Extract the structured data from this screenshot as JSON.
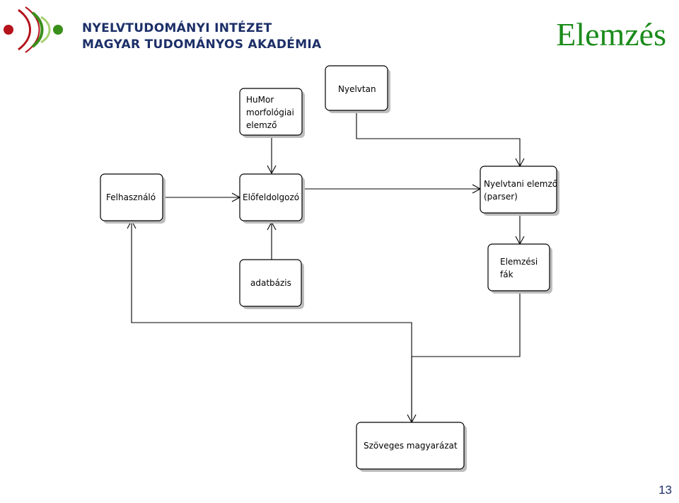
{
  "header": {
    "institute_line1": "NYELVTUDOMÁNYI INTÉZET",
    "institute_line2": "MAGYAR TUDOMÁNYOS AKADÉMIA",
    "logo_icon": "institute-logo-icon",
    "logo_colors": {
      "red": "#b5121b",
      "green": "#3a8f1a",
      "light_green": "#a7cf6e"
    },
    "text_color": "#1c2f68"
  },
  "title": "Elemzés",
  "title_color": "#1a8b1a",
  "page_number": "13",
  "diagram": {
    "nodes": {
      "humor": [
        "HuMor",
        "morfológiai",
        "elemző"
      ],
      "nyelvtan": [
        "Nyelvtan"
      ],
      "felhasznalo": [
        "Felhasználó"
      ],
      "elofeldolgozo": [
        "Előfeldolgozó"
      ],
      "parser": [
        "Nyelvtani elemző",
        "(parser)"
      ],
      "elemzesi_fak": [
        "Elemzési",
        "fák"
      ],
      "adatbazis": [
        "adatbázis"
      ],
      "szoveges": [
        "Szöveges magyarázat"
      ]
    },
    "edges": [
      {
        "from": "humor",
        "to": "elofeldolgozo"
      },
      {
        "from": "felhasznalo",
        "to": "elofeldolgozo"
      },
      {
        "from": "adatbazis",
        "to": "elofeldolgozo"
      },
      {
        "from": "elofeldolgozo",
        "to": "parser"
      },
      {
        "from": "nyelvtan",
        "to": "parser"
      },
      {
        "from": "parser",
        "to": "elemzesi_fak"
      },
      {
        "from": "elemzesi_fak",
        "to": "szoveges"
      },
      {
        "from": "szoveges",
        "to": "felhasznalo"
      }
    ]
  }
}
